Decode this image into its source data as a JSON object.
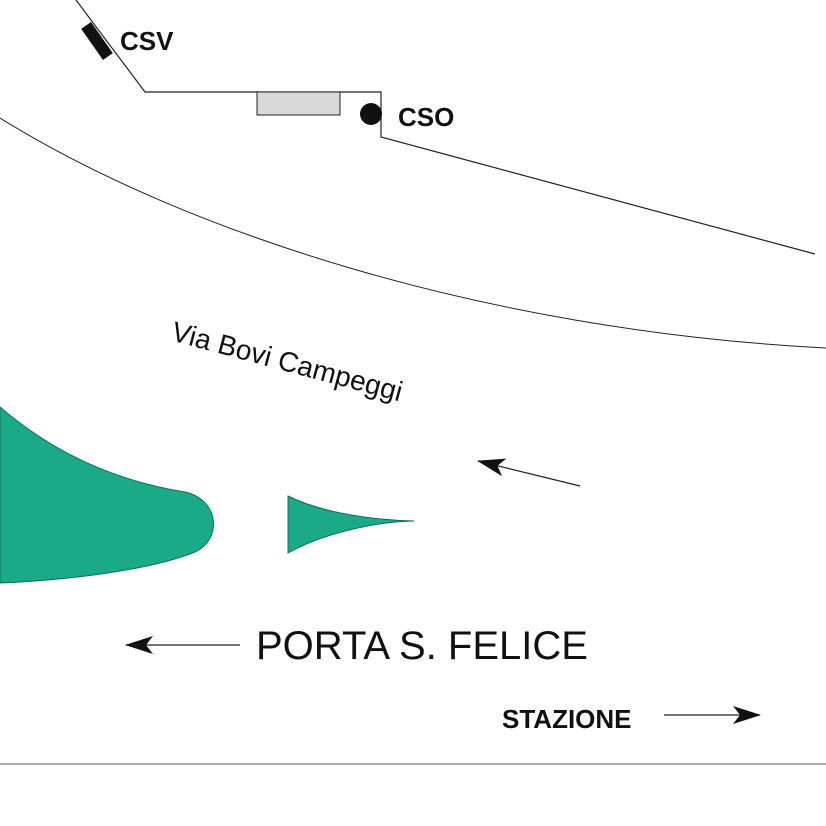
{
  "labels": {
    "csv": "CSV",
    "cso": "CSO",
    "street": "Via Bovi Campeggi",
    "porta": "PORTA S. FELICE",
    "stazione": "STAZIONE"
  },
  "colors": {
    "island_fill": "#1aaa88",
    "island_stroke": "#0d6e58",
    "building_fill": "#d9d9d9",
    "line": "#222222",
    "ink": "#111111"
  }
}
